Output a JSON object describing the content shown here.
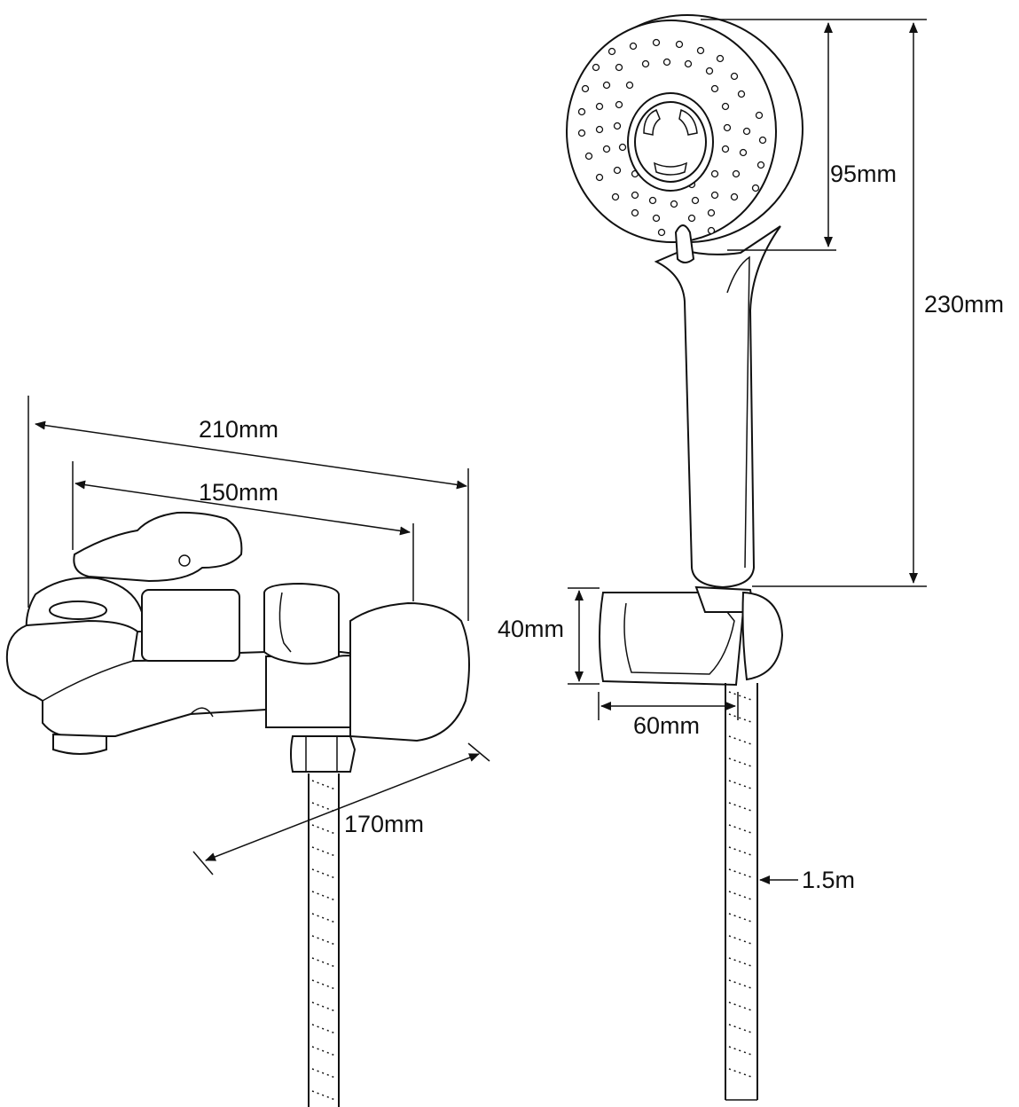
{
  "labels": {
    "faucet_width": "210mm",
    "mount_spacing": "150mm",
    "spout_projection": "170mm",
    "head_diameter": "95mm",
    "handset_length": "230mm",
    "holder_height": "40mm",
    "holder_width": "60mm",
    "hose_length": "1.5m"
  },
  "colors": {
    "stroke": "#111111",
    "background": "#ffffff"
  }
}
